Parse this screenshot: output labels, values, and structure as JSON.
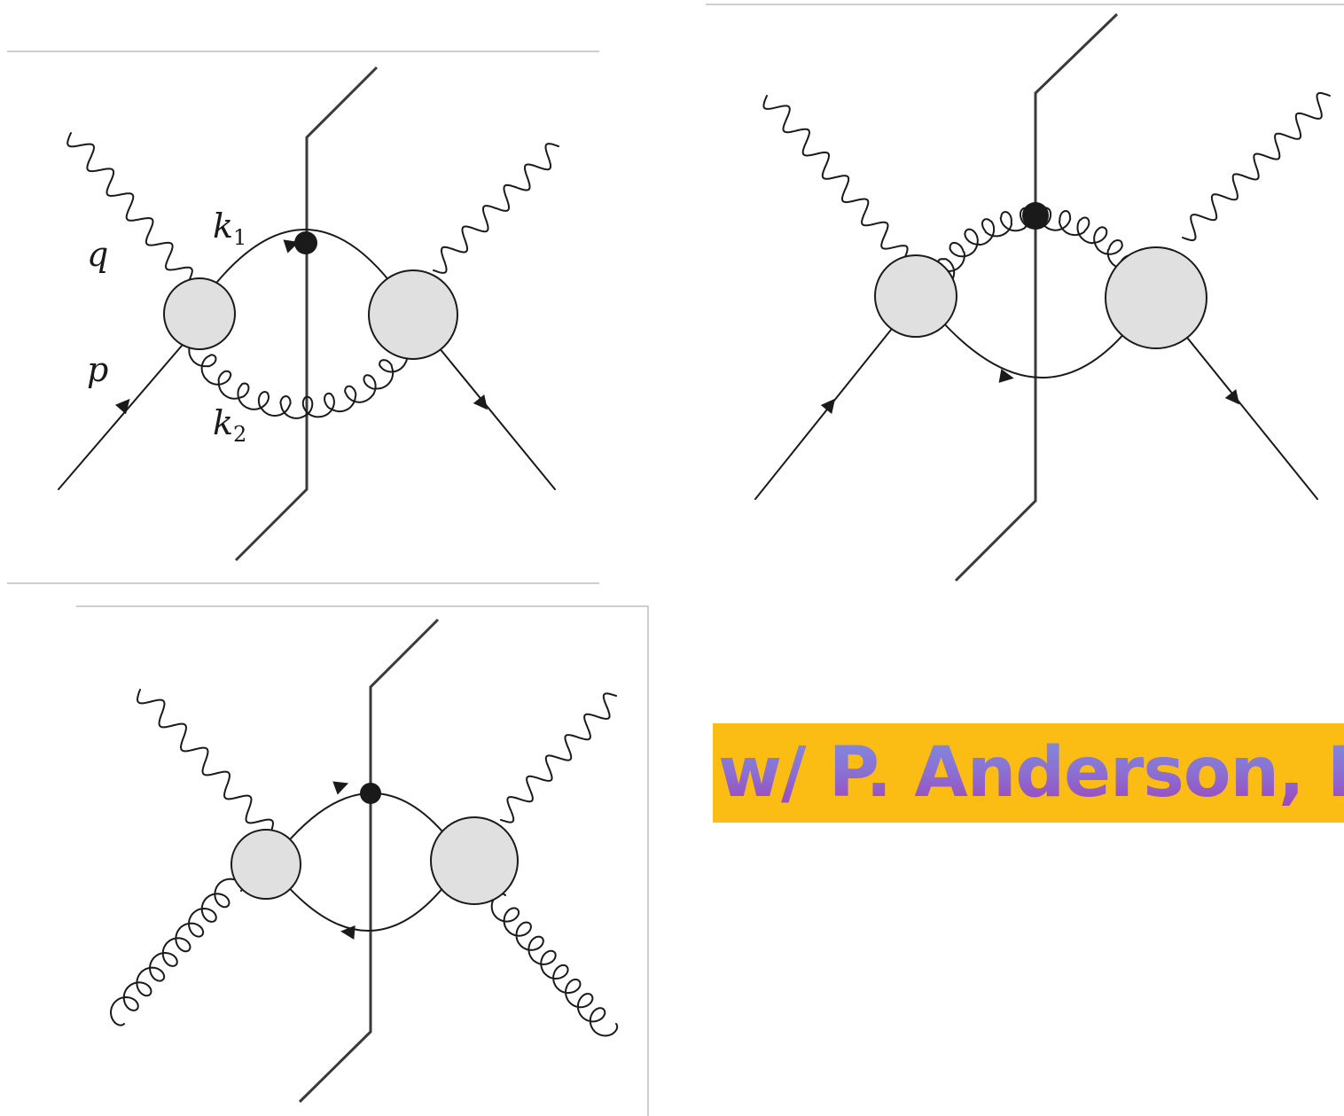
{
  "diagrams": [
    {
      "id": "diagram-1",
      "labels": {
        "photon_momentum": "q",
        "quark_momentum": "p",
        "upper_momentum": {
          "symbol": "k",
          "subscript": "1"
        },
        "lower_momentum": {
          "symbol": "k",
          "subscript": "2"
        }
      },
      "upper_propagator": "quark",
      "lower_propagator": "gluon",
      "external_legs": "photon + quark"
    },
    {
      "id": "diagram-2",
      "upper_propagator": "gluon",
      "lower_propagator": "quark",
      "external_legs": "photon + quark"
    },
    {
      "id": "diagram-3",
      "upper_propagator": "quark",
      "lower_propagator": "antiquark",
      "external_legs": "photon + gluon"
    }
  ],
  "banner": {
    "text": "w/ P. Anderson, N",
    "background_color": "#fbbc14",
    "text_gradient": [
      "#7f8fe0",
      "#8b6fd2",
      "#a040b8"
    ]
  },
  "colors": {
    "blob_fill": "#e0e0e0",
    "line": "#1a1a1a",
    "frame": "#bdbdbd"
  }
}
